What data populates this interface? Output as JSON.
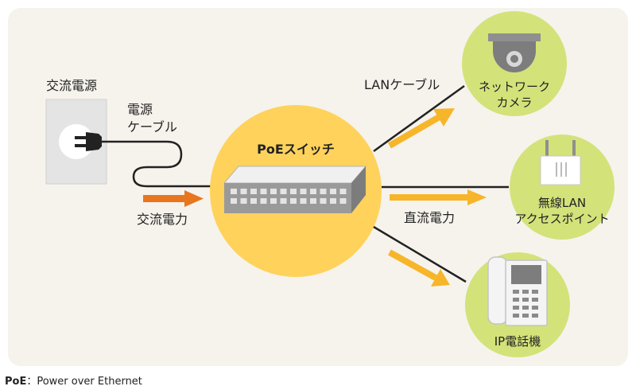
{
  "power_source": {
    "label": "交流電源"
  },
  "power_cable": {
    "line1": "電源",
    "line2": "ケーブル"
  },
  "ac_power": {
    "label": "交流電力"
  },
  "switch": {
    "label": "PoEスイッチ"
  },
  "lan_cable": {
    "label": "LANケーブル"
  },
  "dc_power": {
    "label": "直流電力"
  },
  "devices": [
    {
      "id": "camera",
      "line1": "ネットワーク",
      "line2": "カメラ",
      "icon": "dome-camera-icon"
    },
    {
      "id": "wlan",
      "line1": "無線LAN",
      "line2": "アクセスポイント",
      "icon": "wireless-router-icon"
    },
    {
      "id": "phone",
      "line1": "IP電話機",
      "icon": "ip-phone-icon"
    }
  ],
  "footnote": {
    "term": "PoE",
    "definition": "：Power over Ethernet"
  },
  "colors": {
    "background_panel": "#f6f3ec",
    "switch_circle": "#ffd25c",
    "device_circle": "#d4e27a",
    "dc_arrow": "#f7b52a",
    "ac_arrow": "#e8761e",
    "cable": "#222222"
  }
}
